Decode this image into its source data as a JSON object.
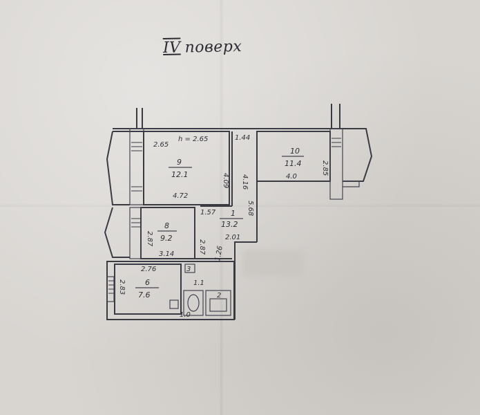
{
  "title": {
    "number": "IV",
    "text": "поверх"
  },
  "dimensions": {
    "height_note": "h = 2.65",
    "corridor_width": "1.44",
    "room9_len": "4.72",
    "room9_side": "4.09",
    "room1_side": "4.16",
    "room1_side2": "5.68",
    "room10_side": "2.85",
    "room10_len": "4.0",
    "room8_side": "2.87",
    "room8_len": "3.14",
    "room8_side2": "2.87",
    "small1": "1.57",
    "small2": "2.01",
    "kitchen_len": "2.76",
    "kitchen_side": "2.83",
    "small3": "1.26",
    "small4": "1.1",
    "bath_len": "1.0",
    "side_left": "2.65"
  },
  "rooms": {
    "r9_num": "9",
    "r9_area": "12.1",
    "r10_num": "10",
    "r10_area": "11.4",
    "r8_num": "8",
    "r8_area": "9.2",
    "r1_num": "1",
    "r1_area": "13.2",
    "r6_num": "6",
    "r6_area": "7.6",
    "r3_num": "3",
    "r2_num": "2"
  }
}
